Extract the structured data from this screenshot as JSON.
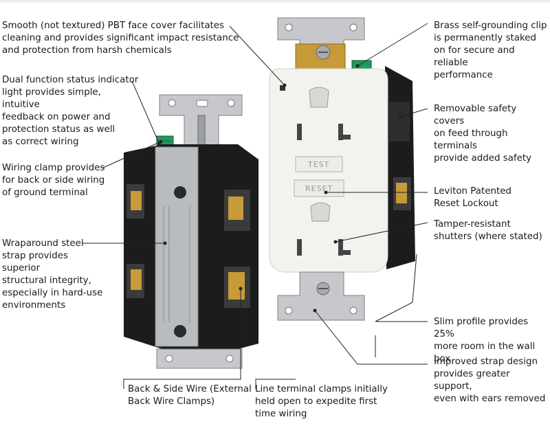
{
  "callouts": {
    "face_cover": "Smooth (not textured) PBT face cover facilitates\ncleaning and provides significant impact resistance\nand protection from harsh chemicals",
    "status_indicator": "Dual function status indicator\nlight provides simple, intuitive\nfeedback on power and\nprotection status as well\nas correct wiring",
    "wiring_clamp": "Wiring clamp provides\nfor back or side wiring\nof ground terminal",
    "wraparound_strap": "Wraparound steel\nstrap provides superior\nstructural integrity,\nespecially in hard-use\nenvironments",
    "brass_clip": "Brass self-grounding clip\nis permanently staked\non for secure and reliable\nperformance",
    "safety_covers": "Removable safety covers\non feed through terminals\nprovide added safety",
    "reset_lockout": "Leviton Patented\nReset Lockout",
    "tamper_resistant": "Tamper-resistant\nshutters (where stated)",
    "slim_profile": "Slim profile provides 25%\nmore room in the wall box",
    "strap_design": "Improved strap design\nprovides greater support,\neven with ears removed",
    "back_side_wire": "Back & Side Wire (External\nBack Wire Clamps)",
    "line_terminal": "Line terminal clamps initially\nheld open to expedite first\ntime wiring"
  },
  "device_labels": {
    "test_button": "TEST",
    "reset_button": "RESET"
  },
  "colors": {
    "face_white": "#f2f2ef",
    "body_black": "#1c1c1c",
    "strap_steel": "#b9bcbf",
    "brass": "#c79a3a",
    "green_screw": "#1f9a5a"
  }
}
